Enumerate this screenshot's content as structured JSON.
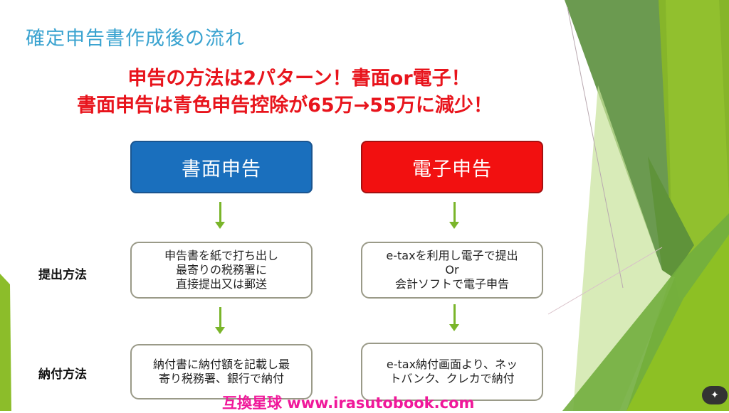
{
  "slide": {
    "title": "確定申告書作成後の流れ",
    "headline_1": "申告の方法は2パターン！書面or電子！",
    "headline_2": "書面申告は青色申告控除が65万→55万に減少！",
    "columns": [
      {
        "label": "書面申告",
        "color": "#1a6fbd"
      },
      {
        "label": "電子申告",
        "color": "#f21010"
      }
    ],
    "rows": [
      {
        "label": "提出方法"
      },
      {
        "label": "納付方法"
      }
    ],
    "paper_submit": [
      "申告書を紙で打ち出し",
      "最寄りの税務署に",
      "直接提出又は郵送"
    ],
    "electronic_submit": [
      "e-taxを利用し電子で提出",
      "Or",
      "会計ソフトで電子申告"
    ],
    "paper_payment": [
      "納付書に納付額を記載し最",
      "寄り税務署、銀行で納付"
    ],
    "electronic_payment": [
      "e-tax納付画面より、ネッ",
      "トバンク、クレカで納付"
    ]
  },
  "watermark": "互換星球 www.irasutobook.com",
  "player": {
    "magic_icon": "magic-wand-icon"
  }
}
